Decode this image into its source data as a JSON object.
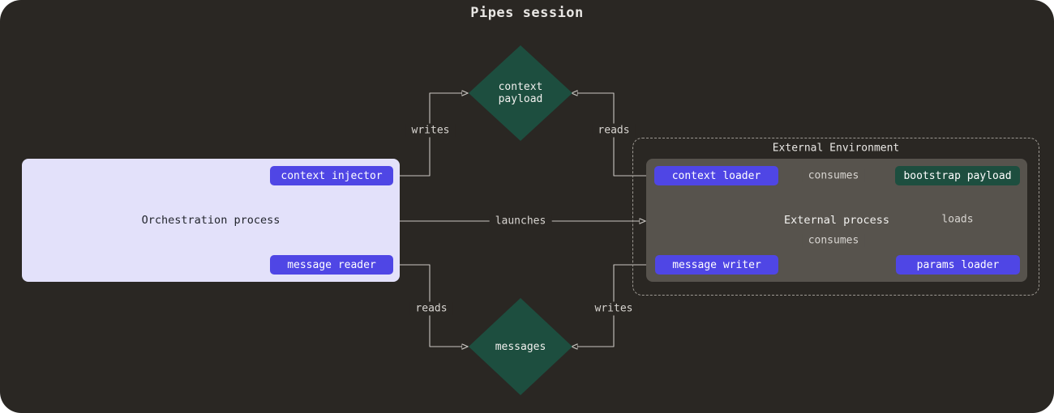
{
  "title": "Pipes session",
  "nodes": {
    "context_payload": {
      "label": "context payload"
    },
    "messages": {
      "label": "messages"
    },
    "bootstrap_payload": {
      "label": "bootstrap payload"
    }
  },
  "orchestration": {
    "label": "Orchestration process",
    "context_injector": "context injector",
    "message_reader": "message reader"
  },
  "external": {
    "env_label": "External Environment",
    "process_label": "External process",
    "context_loader": "context loader",
    "message_writer": "message writer",
    "params_loader": "params loader"
  },
  "edges": {
    "writes_top": "writes",
    "reads_top": "reads",
    "launches": "launches",
    "consumes_top": "consumes",
    "consumes_bottom": "consumes",
    "loads": "loads",
    "reads_bottom": "reads",
    "writes_bottom": "writes"
  },
  "colors": {
    "background": "#2a2723",
    "accent_indigo": "#4f46e5",
    "accent_teal": "#1d4e3f",
    "panel_lavender": "#e3e1fa",
    "panel_gray": "#57534d",
    "dashed_border": "#9c9892",
    "line": "#c9c6c1"
  }
}
